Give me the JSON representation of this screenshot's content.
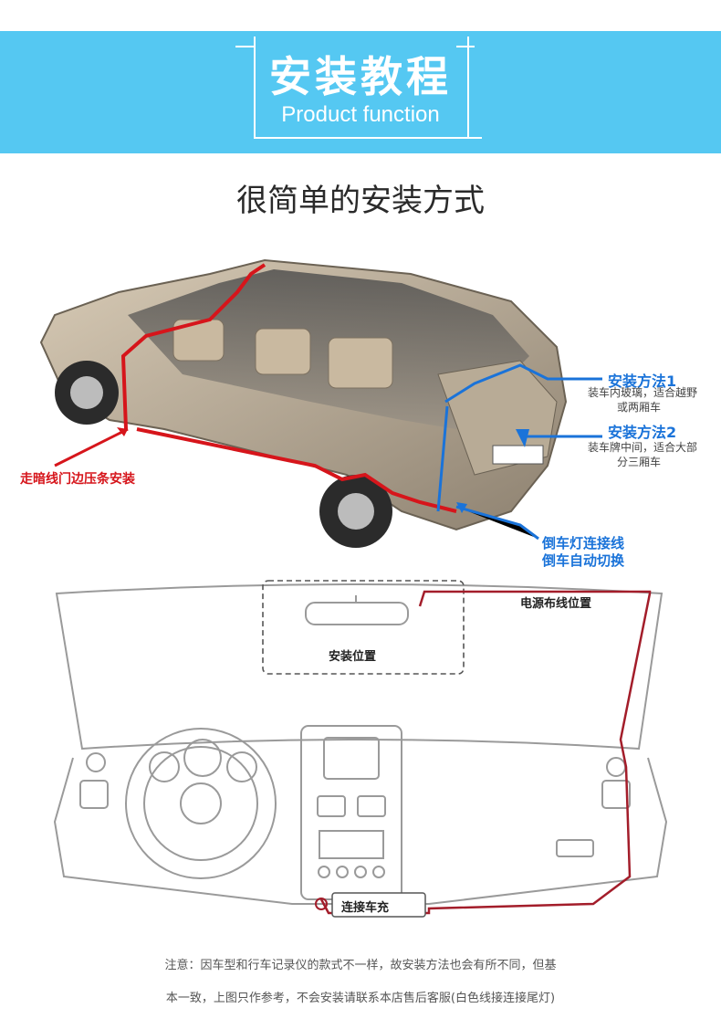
{
  "banner": {
    "title": "安装教程",
    "subtitle": "Product function",
    "bg_color": "#55c8f2"
  },
  "heading": "很简单的安装方式",
  "car_diagram": {
    "door_route_label": "走暗线门边压条安装",
    "method1": {
      "title": "安装方法1",
      "line1": "装车内玻璃，适合越野",
      "line2": "或两厢车"
    },
    "method2": {
      "title": "安装方法2",
      "line1": "装车牌中间，适合大部",
      "line2": "分三厢车"
    },
    "reverse_light": {
      "line1": "倒车灯连接线",
      "line2": "倒车自动切换"
    },
    "colors": {
      "route": "#d6151b",
      "callout": "#1a73d9"
    }
  },
  "dashboard_diagram": {
    "power_route_label": "电源布线位置",
    "mount_label": "安装位置",
    "charger_label": "连接车充",
    "colors": {
      "wire": "#a31d2a",
      "outline": "#9a9a9a"
    }
  },
  "notes": {
    "line1": "注意：因车型和行车记录仪的款式不一样，故安装方法也会有所不同，但基",
    "line2": "本一致，上图只作参考，不会安装请联系本店售后客服(白色线接连接尾灯)"
  }
}
